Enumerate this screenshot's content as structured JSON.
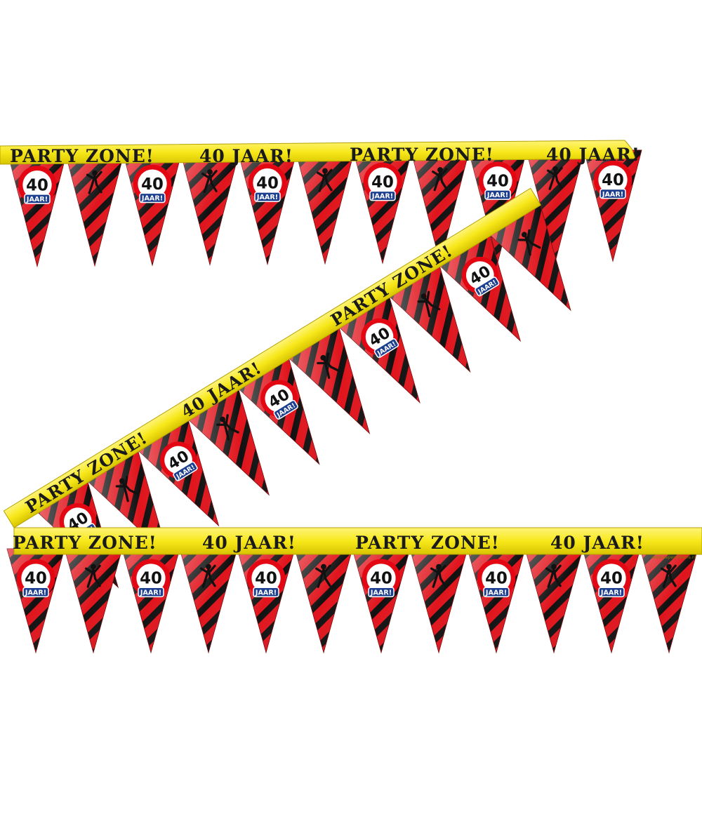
{
  "product": {
    "tape_texts": [
      "PARTY ZONE!",
      "40 JAAR!"
    ],
    "sign_number": "40",
    "sign_label": "JAAR!",
    "brand_mark": "www.paperdreams.nl",
    "colors": {
      "tape_yellow": "#f7e81a",
      "tape_edge": "#c9b400",
      "flag_red": "#e0141c",
      "flag_dark": "#111111",
      "sign_ring": "#e30613",
      "sign_label_bg": "#1d3f8f"
    },
    "icons": [
      "dancer-silhouette-icon",
      "speed-sign-40-icon"
    ]
  }
}
